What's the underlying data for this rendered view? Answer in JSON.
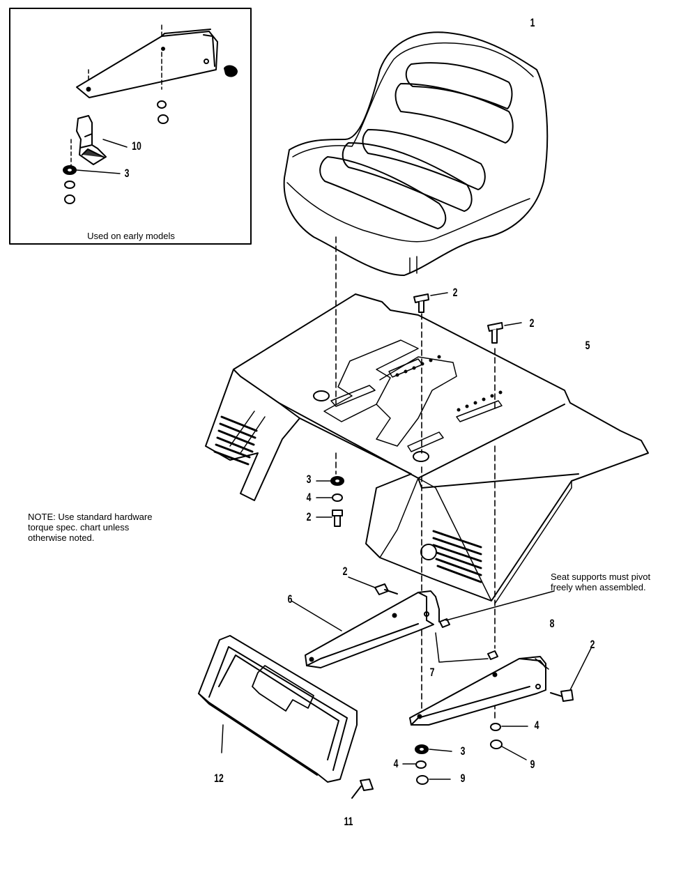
{
  "inset": {
    "caption": "Used on early models"
  },
  "notes": {
    "hardware": "NOTE: Use standard hardware\ntorque spec. chart unless\notherwise noted.",
    "seat_supports": "Seat supports must pivot\nfreely when assembled."
  },
  "callouts": {
    "c1": "1",
    "c2a": "2",
    "c2b": "2",
    "c2c": "2",
    "c2d": "2",
    "c2e": "2",
    "c3a": "3",
    "c3b": "3",
    "c3c": "3",
    "c4a": "4",
    "c4b": "4",
    "c4c": "4",
    "c5": "5",
    "c6": "6",
    "c7": "7",
    "c8": "8",
    "c9a": "9",
    "c9b": "9",
    "c10": "10",
    "c11": "11",
    "c12": "12"
  }
}
